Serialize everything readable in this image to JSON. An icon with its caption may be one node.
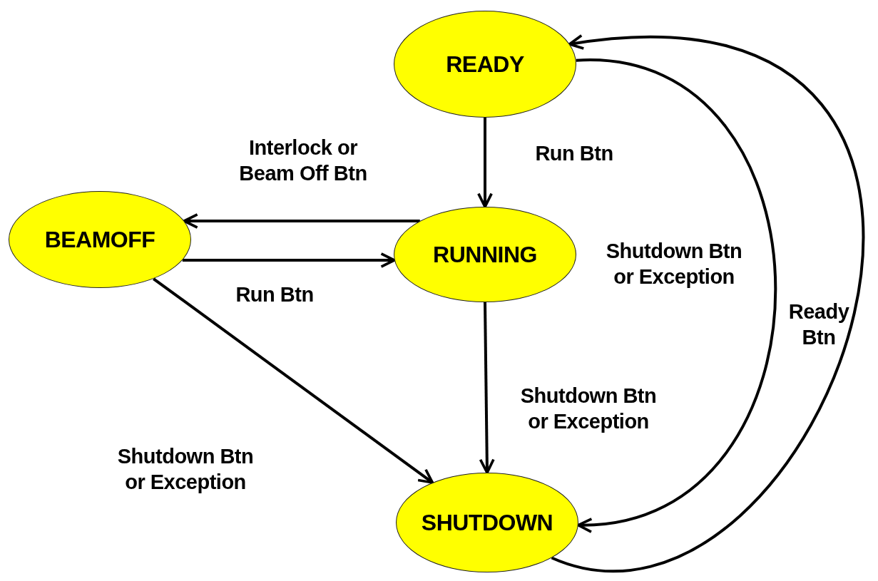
{
  "diagram": {
    "nodes": [
      {
        "text": [
          "READY"
        ]
      },
      {
        "text": [
          "BEAMOFF"
        ]
      },
      {
        "text": [
          "RUNNING"
        ]
      },
      {
        "text": [
          "SHUTDOWN"
        ]
      }
    ],
    "edges": [
      {
        "from": 0,
        "to": 2,
        "arrow": "to",
        "label": "Run Btn"
      },
      {
        "from": 2,
        "to": 1,
        "arrow": "to",
        "label": "Interlock or Beam Off Btn"
      },
      {
        "from": 1,
        "to": 2,
        "arrow": "to",
        "label": "Run Btn"
      },
      {
        "from": 2,
        "to": 3,
        "arrow": "to",
        "label": "Shutdown Btn or Exception"
      },
      {
        "from": 1,
        "to": 3,
        "arrow": "to",
        "label": "Shutdown Btn or Exception"
      },
      {
        "from": 0,
        "to": 3,
        "arrow": "to",
        "label": "Shutdown Btn or Exception"
      },
      {
        "from": 3,
        "to": 0,
        "arrow": "to",
        "label": "Ready Btn"
      }
    ]
  }
}
